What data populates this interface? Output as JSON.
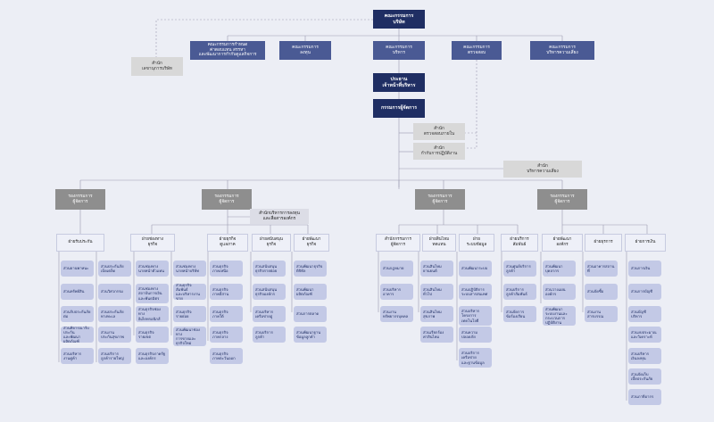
{
  "top": {
    "board": "คณะกรรมการ\nบริษัท",
    "committees": [
      "คณะกรรมการกำหนด\nค่าตอบแทน สรรหา\nและพัฒนาการกำกับดูแลกิจการ",
      "คณะกรรมการ\nลงทุน",
      "คณะกรรมการ\nบริหาร",
      "คณะกรรมการ\nตรวจสอบ",
      "คณะกรรมการ\nบริหารความเสี่ยง"
    ],
    "company_secretary": "สำนัก\nเลขานุการบริษัท",
    "chairman_exec": "ประธาน\nเจ้าหน้าที่บริหาร",
    "md": "กรรมการผู้จัดการ",
    "audit_office": "สำนัก\nตรวจสอบภายใน",
    "compliance_office": "สำนัก\nกำกับการปฏิบัติงาน",
    "risk_office": "สำนัก\nบริหารความเสี่ยง"
  },
  "deputies": [
    "รองกรรมการ\nผู้จัดการ",
    "รองกรรมการ\nผู้จัดการ",
    "รองกรรมการ\nผู้จัดการ",
    "รองกรรมการ\nผู้จัดการ"
  ],
  "center_office": "สำนักบริหารการลงทุน\nและสื่อสารองค์กร",
  "divisions": [
    {
      "label": "ฝ่ายรับประกัน",
      "leaves": [
        "ส่วนยานพาหนะ",
        "ส่วนประกันภัย\nเบ็ดเตล็ด",
        "ส่วนทรัพย์สิน",
        "ส่วนวิศวกรรม",
        "ส่วนรับประกันภัย\nต่อ",
        "ส่วนประกันภัย\nทางทะเล",
        "ส่วนพิจารณารับประกัน\nและพัฒนาผลิตภัณฑ์",
        "ส่วนงาน\nประกันสุขภาพ",
        "ส่วนบริหาร\nงานคู่ค้า",
        "ส่วนบริการ\nลูกค้ารายใหญ่"
      ]
    },
    {
      "label": "ฝ่ายช่องทาง\nธุรกิจ",
      "leaves": [
        "ส่วนช่องทาง\nนายหน้าตัวแทน",
        "ส่วนช่องทาง\nนายหน้าบริษัท",
        "ส่วนช่องทาง\nสถาบันการเงิน\nและพันธมิตร",
        "ส่วนธุรกิจสัมพันธ์\nและบริหารงานขาย",
        "ส่วนธุรกิจช่องทาง\nอิเล็กทรอนิกส์",
        "ส่วนธุรกิจ\nรายย่อย",
        "ส่วนธุรกิจ\nรายเขต",
        "ส่วนพัฒนาช่องทาง\nการขายและ\nธุรกิจใหม่",
        "ส่วนธุรกิจภาครัฐ\nและองค์กร"
      ]
    },
    {
      "label": "ฝ่ายธุรกิจ\nดูแลภาค",
      "leaves": [
        "ส่วนธุรกิจ\nภาคเหนือ",
        "ส่วนธุรกิจ\nภาคอีสาน",
        "ส่วนธุรกิจ\nภาคใต้",
        "ส่วนธุรกิจ\nภาคกลาง",
        "ส่วนธุรกิจ\nภาคตะวันออก"
      ]
    },
    {
      "label": "ฝ่ายสนับสนุน\nธุรกิจ",
      "leaves": [
        "ส่วนสนับสนุน\nธุรกิจรายย่อย",
        "ส่วนสนับสนุน\nธุรกิจองค์กร",
        "ส่วนบริหาร\nเครือข่ายอู่",
        "ส่วนบริการ\nลูกค้า"
      ]
    },
    {
      "label": "ฝ่ายพัฒนา\nธุรกิจ",
      "leaves": [
        "ส่วนพัฒนาธุรกิจ\nดิจิทัล",
        "ส่วนพัฒนา\nผลิตภัณฑ์",
        "ส่วนการตลาด",
        "ส่วนพัฒนาฐาน\nข้อมูลลูกค้า"
      ]
    },
    {
      "label": "สำนักกรรมการ\nผู้จัดการ",
      "leaves": [
        "ส่วนกฎหมาย",
        "ส่วนบริหาร\nอาคาร",
        "ส่วนงาน\nทรัพยากรบุคคล"
      ]
    },
    {
      "label": "ฝ่ายสินไหม\nทดแทน",
      "leaves": [
        "ส่วนสินไหม\nยานยนต์",
        "ส่วนสินไหม\nทั่วไป",
        "ส่วนสินไหม\nสุขภาพ",
        "ส่วนเรียกร้อง\nค่าสินไหม"
      ]
    },
    {
      "label": "ฝ่าย\nระบบข้อมูล",
      "leaves": [
        "ส่วนพัฒนาระบบ",
        "ส่วนปฏิบัติการ\nระบบสารสนเทศ",
        "ส่วนบริหาร\nโครงการ\nเทคโนโลยี",
        "ส่วนความปลอดภัย",
        "ส่วนบริการ\nเครือข่าย\nและฐานข้อมูล"
      ]
    },
    {
      "label": "ฝ่ายบริการ\nสัมพันธ์",
      "leaves": [
        "ส่วนศูนย์บริการ\nลูกค้า",
        "ส่วนบริการ\nลูกค้าสัมพันธ์",
        "ส่วนจัดการ\nข้อร้องเรียน"
      ]
    },
    {
      "label": "ฝ่ายพัฒนา\nองค์กร",
      "leaves": [
        "ส่วนพัฒนา\nบุคลากร",
        "ส่วนวางแผน\nองค์กร",
        "ส่วนพัฒนา\nระบบงานและ\nกระบวนการ\nปฏิบัติงาน"
      ]
    },
    {
      "label": "ฝ่ายธุรการ",
      "leaves": [
        "ส่วนอาคารสถานที่",
        "ส่วนจัดซื้อ",
        "ส่วนงานสารบรรณ"
      ]
    },
    {
      "label": "ฝ่ายการเงิน",
      "leaves": [
        "ส่วนการเงิน",
        "ส่วนการบัญชี",
        "ส่วนบัญชี\nบริหาร",
        "ส่วนงบประมาณ\nและวิเคราะห์",
        "ส่วนบริหาร\nเงินลงทุน",
        "ส่วนจัดเก็บ\nเบี้ยประกันภัย",
        "ส่วนภาษีอากร"
      ]
    }
  ],
  "colors": {
    "dark": "#1f2e63",
    "mid": "#4a5a94",
    "gray": "#8e8e8e",
    "leaf": "#c3c9e6",
    "line": "#9a9ab0"
  }
}
